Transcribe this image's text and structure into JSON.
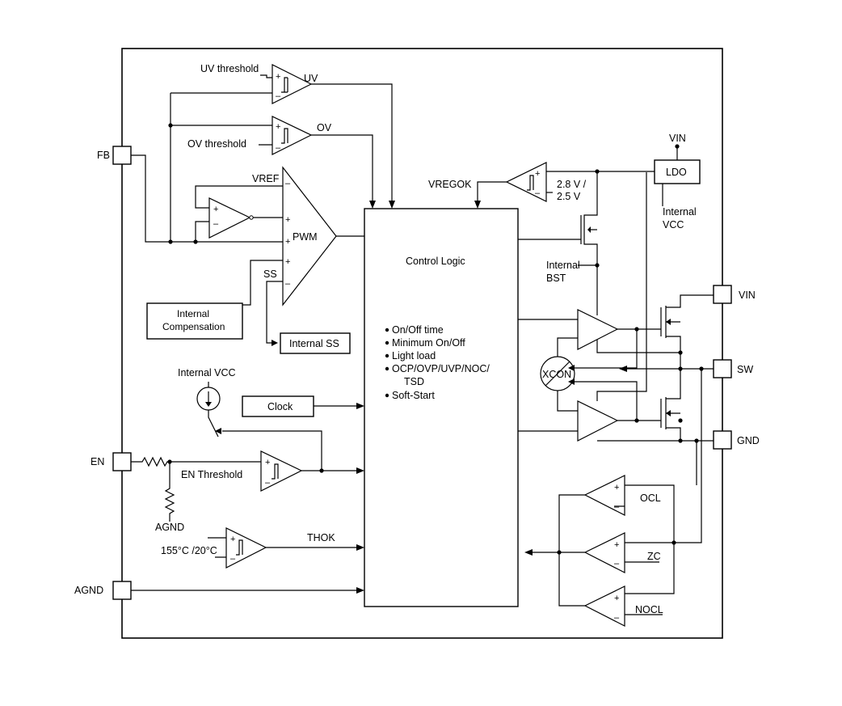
{
  "pins": {
    "fb": "FB",
    "en": "EN",
    "agnd": "AGND",
    "vin": "VIN",
    "sw": "SW",
    "gnd": "GND"
  },
  "labels": {
    "uv_threshold": "UV threshold",
    "uv": "UV",
    "ov": "OV",
    "ov_threshold": "OV threshold",
    "vref": "VREF",
    "pwm": "PWM",
    "ss": "SS",
    "internal_compensation_line1": "Internal",
    "internal_compensation_line2": "Compensation",
    "internal_ss": "Internal SS",
    "internal_vcc_top": "Internal VCC",
    "clock": "Clock",
    "en_threshold": "EN Threshold",
    "agnd_resistor": "AGND",
    "temp_threshold": "155°C /20°C",
    "thok": "THOK",
    "vregok": "VREGOK",
    "uvlo_line1": "2.8 V /",
    "uvlo_line2": "2.5 V",
    "vin_top": "VIN",
    "ldo": "LDO",
    "ldo_out_line1": "Internal",
    "ldo_out_line2": "VCC",
    "internal_bst_line1": "Internal",
    "internal_bst_line2": "BST",
    "xcon": "XCON",
    "ocl": "OCL",
    "zc": "ZC",
    "nocl": "NOCL",
    "plus": "+",
    "minus": "–"
  },
  "control_logic": {
    "title": "Control Logic",
    "features": [
      "On/Off time",
      "Minimum On/Off",
      "Light load",
      "OCP/OVP/UVP/NOC/",
      "TSD",
      "Soft-Start"
    ]
  }
}
